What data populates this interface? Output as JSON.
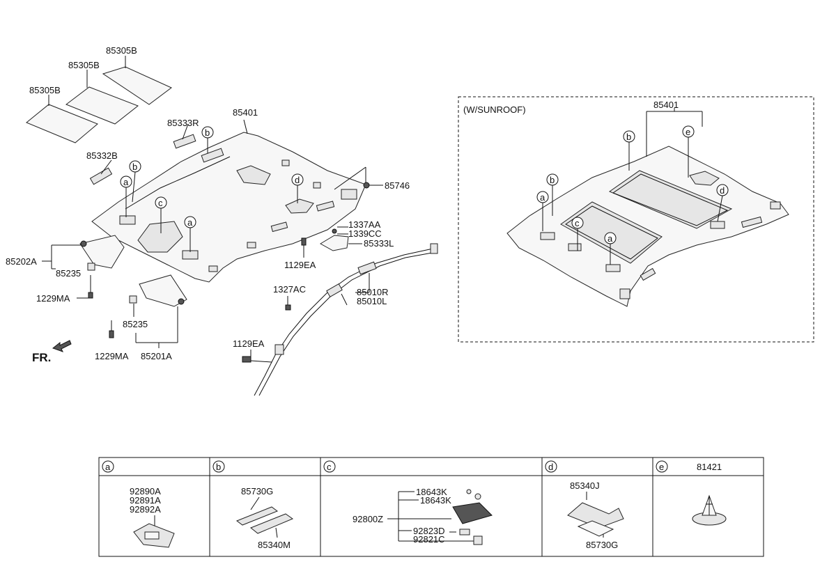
{
  "parts": {
    "p85305b_1": "85305B",
    "p85305b_2": "85305B",
    "p85305b_3": "85305B",
    "p85333r": "85333R",
    "p85332b": "85332B",
    "p85401": "85401",
    "p85746": "85746",
    "p1337aa": "1337AA",
    "p1339cc": "1339CC",
    "p85333l": "85333L",
    "p1129ea_1": "1129EA",
    "p85202a": "85202A",
    "p85235_1": "85235",
    "p1229ma_1": "1229MA",
    "p1327ac": "1327AC",
    "p85010r": "85010R",
    "p85010l": "85010L",
    "p85235_2": "85235",
    "p1229ma_2": "1229MA",
    "p85201a": "85201A",
    "p1129ea_2": "1129EA",
    "fr": "FR."
  },
  "sunroof": {
    "title": "(W/SUNROOF)",
    "p85401": "85401"
  },
  "callouts": {
    "a": "a",
    "b": "b",
    "c": "c",
    "d": "d",
    "e": "e"
  },
  "table": {
    "a": {
      "key": "a",
      "parts": [
        "92890A",
        "92891A",
        "92892A"
      ]
    },
    "b": {
      "key": "b",
      "top": "85730G",
      "bottom": "85340M"
    },
    "c": {
      "key": "c",
      "main": "92800Z",
      "items": [
        "18643K",
        "18643K",
        "92823D",
        "92821C"
      ]
    },
    "d": {
      "key": "d",
      "top": "85340J",
      "bottom": "85730G"
    },
    "e": {
      "key": "e",
      "part": "81421"
    }
  }
}
